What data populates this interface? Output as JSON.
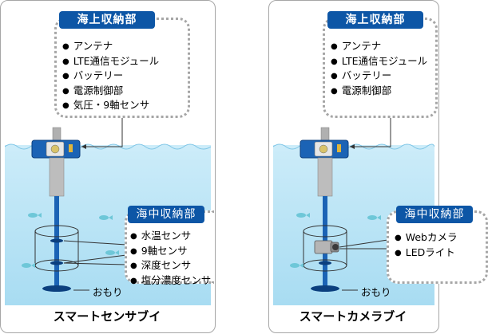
{
  "panels": [
    {
      "caption": "スマートセンサブイ",
      "sea_surface": {
        "title": "海上収納部",
        "items": [
          "アンテナ",
          "LTE通信モジュール",
          "バッテリー",
          "電源制御部",
          "気圧・9軸センサ"
        ]
      },
      "underwater": {
        "title": "海中収納部",
        "items": [
          "水温センサ",
          "9軸センサ",
          "深度センサ",
          "塩分濃度センサ"
        ]
      },
      "weight_label": "おもり"
    },
    {
      "caption": "スマートカメラブイ",
      "sea_surface": {
        "title": "海上収納部",
        "items": [
          "アンテナ",
          "LTE通信モジュール",
          "バッテリー",
          "電源制御部"
        ]
      },
      "underwater": {
        "title": "海中収納部",
        "items": [
          "Webカメラ",
          "LEDライト"
        ]
      },
      "weight_label": "おもり"
    }
  ],
  "colors": {
    "tag_blue": "#0d56a6",
    "buoy_blue": "#1b63b5",
    "water": "#bfe6f6",
    "outline_gray": "#a6a6a6",
    "fish": "#6ec7d8"
  }
}
